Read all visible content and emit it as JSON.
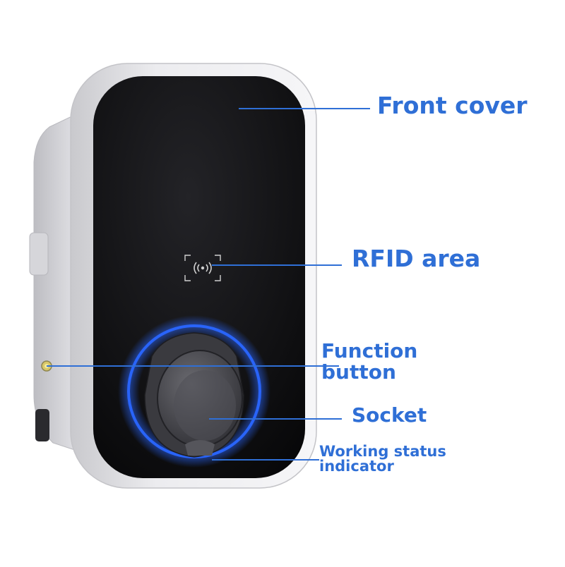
{
  "colors": {
    "label": "#2f6fd6",
    "leader_line": "#2f6fd6",
    "front_cover": "#0f0f11",
    "housing": "#e9e9ec",
    "ring_glow": "#2a66ff",
    "socket": "#4a4a4f"
  },
  "icons": {
    "rfid": "rfid-contactless-icon"
  },
  "callouts": {
    "front_cover": {
      "label": "Front cover"
    },
    "rfid_area": {
      "label": "RFID area"
    },
    "function_button": {
      "line1": "Function",
      "line2": "button"
    },
    "socket": {
      "label": "Socket"
    },
    "working_status": {
      "line1": "Working status",
      "line2": "indicator"
    }
  }
}
